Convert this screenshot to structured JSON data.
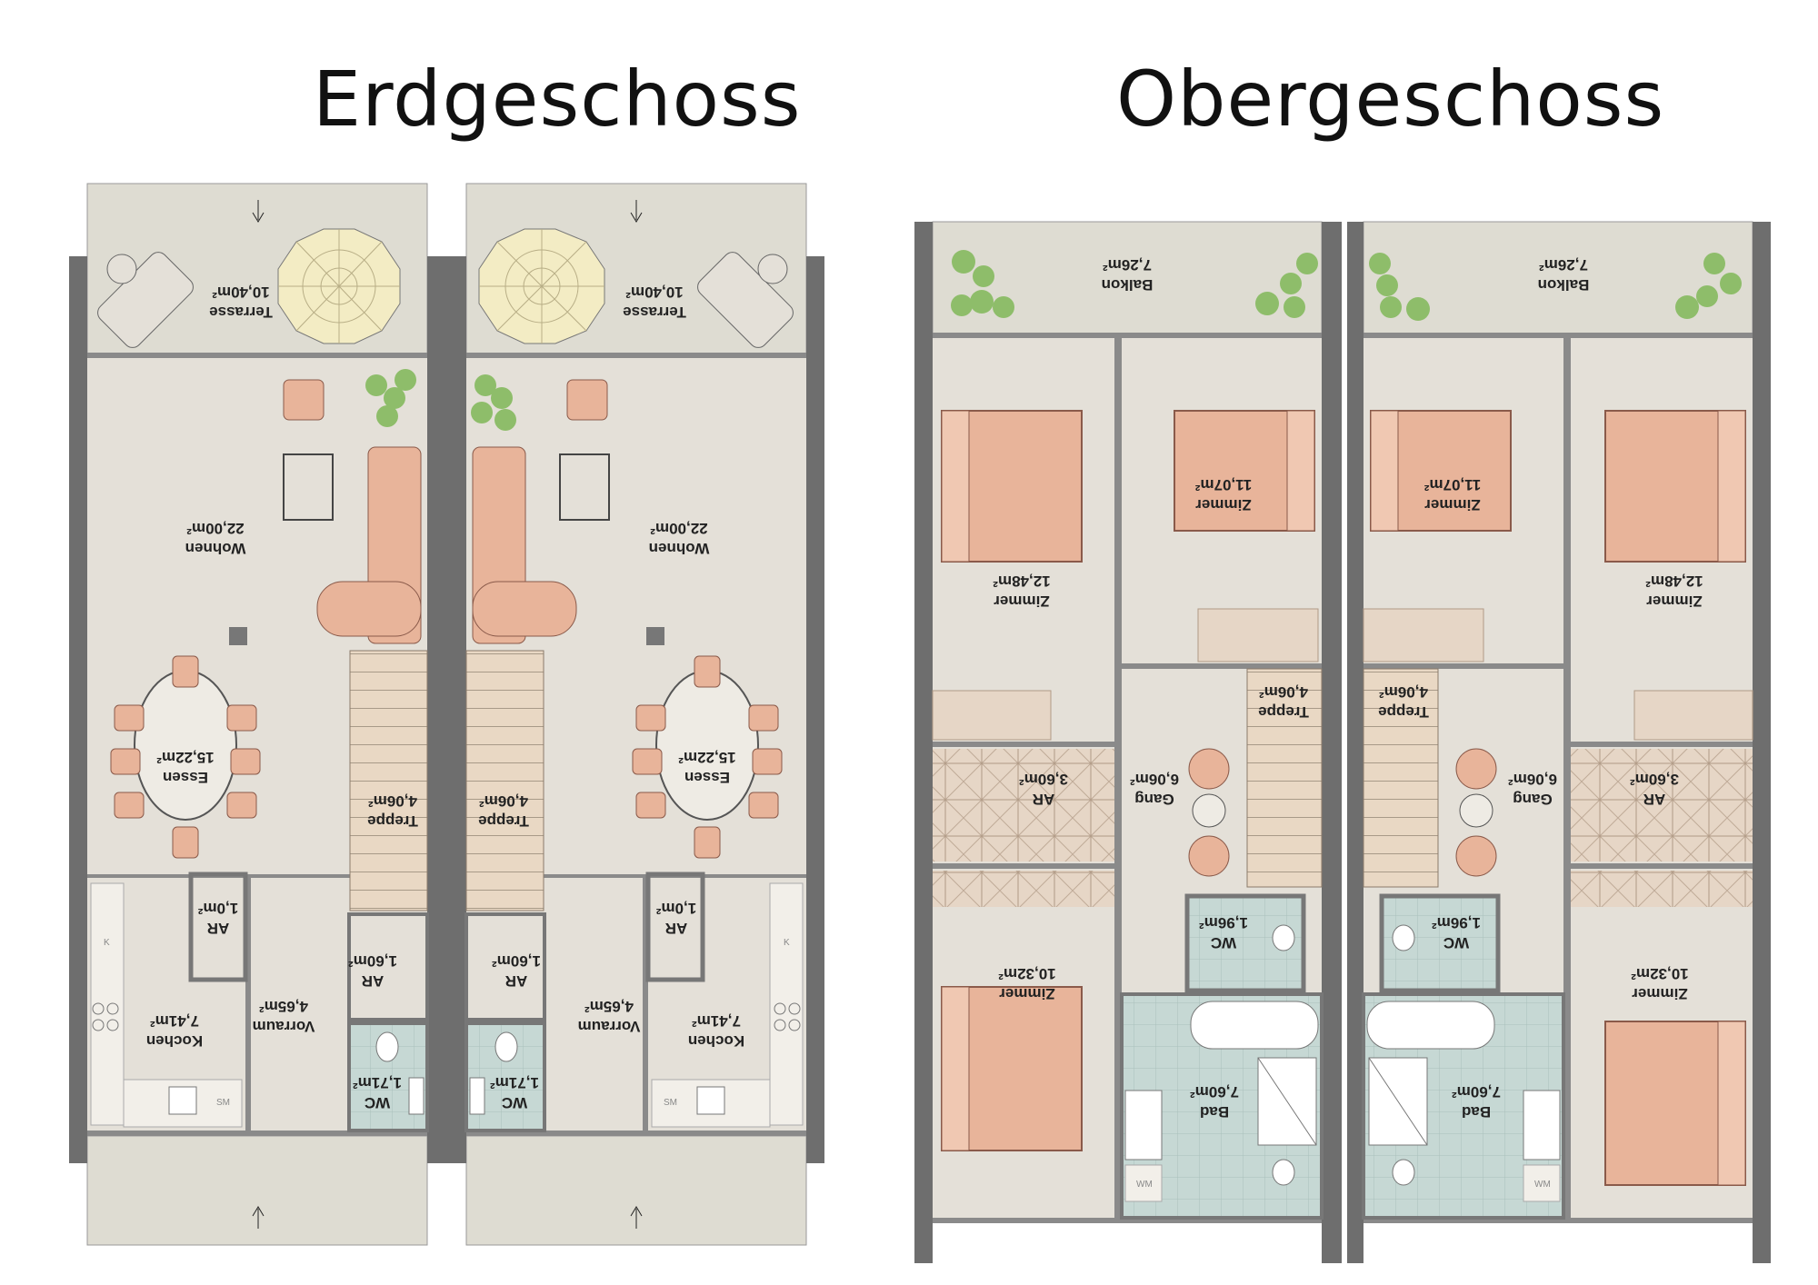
{
  "titles": {
    "ground": "Erdgeschoss",
    "upper": "Obergeschoss"
  },
  "rooms": {
    "terrasse": {
      "name": "Terrasse",
      "area": "10,40m²"
    },
    "wohnen": {
      "name": "Wohnen",
      "area": "22,00m²"
    },
    "essen": {
      "name": "Essen",
      "area": "15,22m²"
    },
    "treppe_eg": {
      "name": "Treppe",
      "area": "4,06m²"
    },
    "ar_kitchen": {
      "name": "AR",
      "area": "1,0m²"
    },
    "ar_small": {
      "name": "AR",
      "area": "1,60m²"
    },
    "kochen": {
      "name": "Kochen",
      "area": "7,41m²"
    },
    "vorraum": {
      "name": "Vorraum",
      "area": "4,65m²"
    },
    "wc_eg": {
      "name": "WC",
      "area": "1,71m²"
    },
    "balkon": {
      "name": "Balkon",
      "area": "7,26m²"
    },
    "zimmer_a": {
      "name": "Zimmer",
      "area": "12,48m²"
    },
    "zimmer_b": {
      "name": "Zimmer",
      "area": "11,07m²"
    },
    "treppe_og": {
      "name": "Treppe",
      "area": "4,06m²"
    },
    "ar_og": {
      "name": "AR",
      "area": "3,60m²"
    },
    "gang": {
      "name": "Gang",
      "area": "6,06m²"
    },
    "wc_og": {
      "name": "WC",
      "area": "1,96m²"
    },
    "zimmer_c": {
      "name": "Zimmer",
      "area": "10,32m²"
    },
    "bad": {
      "name": "Bad",
      "area": "7,60m²"
    }
  },
  "appliance_labels": {
    "sm": "SM",
    "wm": "WM",
    "k": "K"
  },
  "colors": {
    "floor": "#e4e0d8",
    "outdoor": "#dedcd2",
    "wall": "#6e6e6e",
    "bath": "#c4d6d2",
    "furniture": "#e8b49a",
    "plant": "#8ebd6a",
    "umbrella": "#f3ecc4"
  }
}
